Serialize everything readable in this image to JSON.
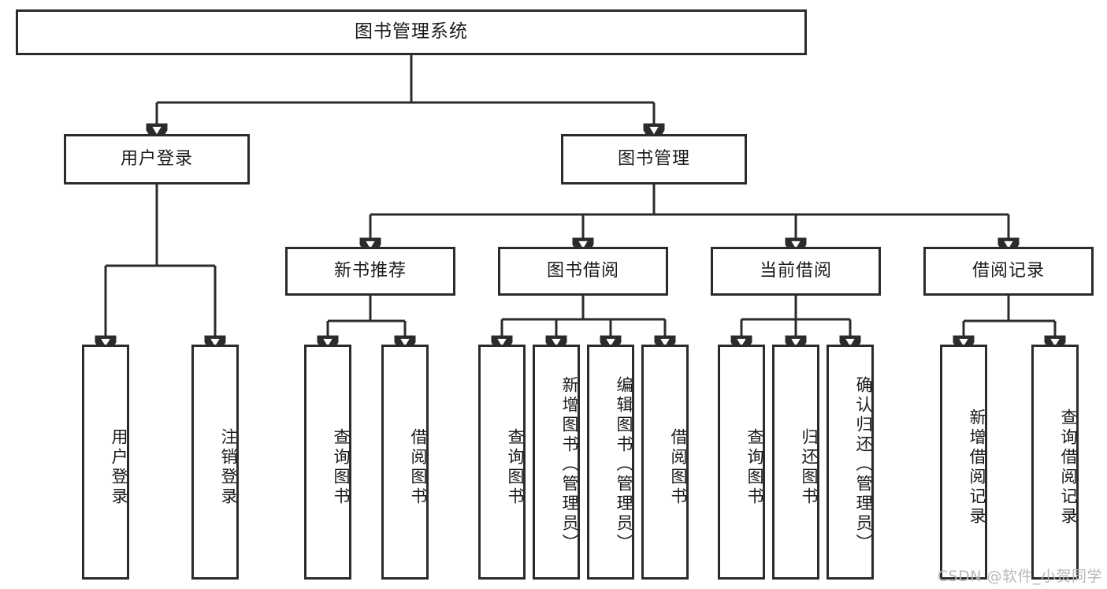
{
  "diagram": {
    "title": "图书管理系统",
    "type": "tree",
    "watermark": "CSDN @软件_小贺同学"
  },
  "nodes": {
    "root": {
      "label": "图书管理系统"
    },
    "level2": [
      {
        "id": "user-login",
        "label": "用户登录"
      },
      {
        "id": "book-manage",
        "label": "图书管理"
      }
    ],
    "level3": [
      {
        "id": "new-book-rec",
        "label": "新书推荐"
      },
      {
        "id": "book-borrow",
        "label": "图书借阅"
      },
      {
        "id": "current-borrow",
        "label": "当前借阅"
      },
      {
        "id": "borrow-record",
        "label": "借阅记录"
      }
    ],
    "leaves": {
      "user_login": [
        {
          "id": "leaf-user-login",
          "label": "用户登录"
        },
        {
          "id": "leaf-user-logout",
          "label": "注销登录"
        }
      ],
      "new_book_rec": [
        {
          "id": "leaf-query-book-1",
          "label": "查询图书"
        },
        {
          "id": "leaf-borrow-book-1",
          "label": "借阅图书"
        }
      ],
      "book_borrow": [
        {
          "id": "leaf-query-book-2",
          "label": "查询图书"
        },
        {
          "id": "leaf-add-book",
          "label": "新增图书（管理员）"
        },
        {
          "id": "leaf-edit-book",
          "label": "编辑图书（管理员）"
        },
        {
          "id": "leaf-borrow-book-2",
          "label": "借阅图书"
        }
      ],
      "current_borrow": [
        {
          "id": "leaf-query-book-3",
          "label": "查询图书"
        },
        {
          "id": "leaf-return-book",
          "label": "归还图书"
        },
        {
          "id": "leaf-confirm-return",
          "label": "确认归还（管理员）"
        }
      ],
      "borrow_record": [
        {
          "id": "leaf-add-record",
          "label": "新增借阅记录"
        },
        {
          "id": "leaf-query-record",
          "label": "查询借阅记录"
        }
      ]
    }
  },
  "colors": {
    "stroke": "#2b2b2b",
    "fill": "#ffffff",
    "text": "#1a1a1a",
    "watermark": "#b9b9b9"
  }
}
